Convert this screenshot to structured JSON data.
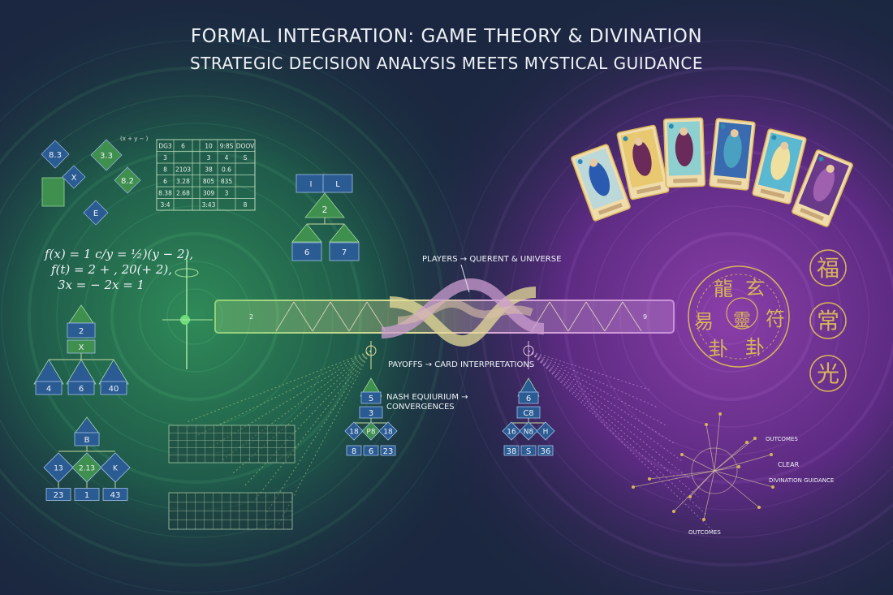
{
  "title": "FORMAL INTEGRATION: GAME THEORY & DIVINATION",
  "subtitle": "STRATEGIC DECISION ANALYSIS MEETS MYSTICAL GUIDANCE",
  "colors": {
    "background": "#1b2740",
    "game_theory_green": "#3f8f4e",
    "divination_purple": "#7a3a9a",
    "node_blue": "#2b5b93",
    "gold": "#d8b45a",
    "text": "#eef2f7"
  },
  "labels": {
    "players": "PLAYERS → QUERENT & UNIVERSE",
    "payoffs": "PAYOFFS → CARD INTERPRETATIONS",
    "nash": "NASH EQUIURIUM → CONVERGENCES",
    "clear": "CLEAR",
    "guidance": "DIVINATION GUIDANCE",
    "outcomes_uncertain": "OUTCOMES",
    "outcomes_multiple": "OUTCOMES",
    "small_note": "(x + y − )",
    "tube_left": "2",
    "tube_right": "9"
  },
  "payoff_matrix": [
    [
      "DG3",
      "6",
      "",
      "10",
      "9:8S",
      "DOOV"
    ],
    [
      "3",
      "",
      "",
      "3",
      "4",
      "S"
    ],
    [
      "8",
      "2103",
      "",
      "38",
      "0.6",
      ""
    ],
    [
      "6",
      "3.28",
      "",
      "805",
      "835",
      ""
    ],
    [
      "8.38",
      "2.68",
      "",
      "309",
      "3",
      ""
    ],
    [
      "3:4",
      "",
      "",
      "3:43",
      "",
      "8"
    ]
  ],
  "formulas": [
    "f(x) = 1 c/y = ½)(y − 2),",
    "f(t) = 2 + , 20(+ 2),",
    "3x = − 2x = 1"
  ],
  "diamonds": [
    "8.3",
    "3.3",
    "X",
    "8.2",
    "E"
  ],
  "tree_top": {
    "nodes": [
      "I",
      "L",
      "2",
      "6",
      "7"
    ]
  },
  "tree_left": {
    "nodes": [
      "2",
      "X",
      "4",
      "6",
      "40"
    ]
  },
  "tree_bottom_left": {
    "nodes": [
      "B",
      "13",
      "2.13",
      "K",
      "23",
      "1",
      "43"
    ]
  },
  "tree_center_left": {
    "nodes": [
      "5",
      "3",
      "18",
      "P8",
      "18",
      "8",
      "6",
      "23"
    ]
  },
  "tree_center_right": {
    "nodes": [
      "6",
      "C8",
      "16",
      "N8",
      "H",
      "38",
      "S",
      "36"
    ]
  },
  "tarot_cards": [
    "card-1",
    "card-2",
    "card-3",
    "card-4",
    "card-5",
    "card-6"
  ],
  "glyphs": {
    "ring": [
      "龍",
      "靈",
      "玄",
      "易",
      "符",
      "卦"
    ],
    "column": [
      "福",
      "常",
      "光"
    ]
  }
}
